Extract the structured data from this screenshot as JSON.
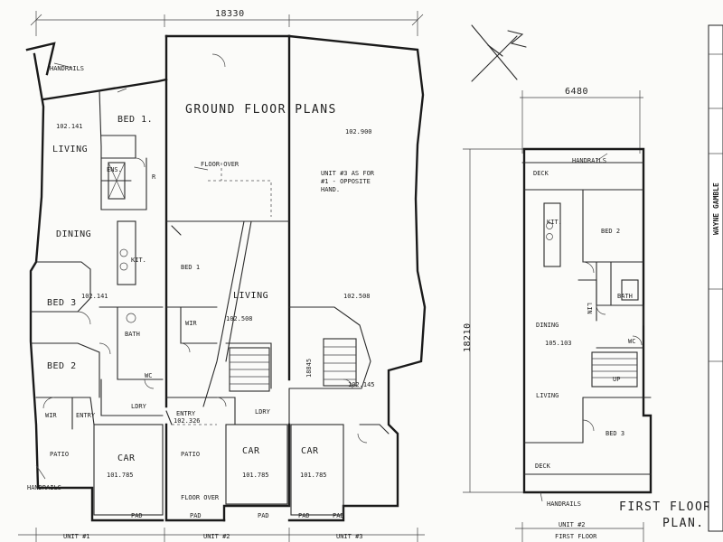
{
  "ground": {
    "title": "GROUND FLOOR PLANS",
    "overall_width": "18330",
    "rooms": {
      "bed1_u1": "BED 1.",
      "living_u1": "LIVING",
      "dining_u1": "DINING",
      "kit_u1": "KIT.",
      "ens_u1": "ENS.",
      "bed3_u1": "BED 3",
      "bed2_u1": "BED 2",
      "bath_u1": "BATH",
      "wir_u1": "WIR",
      "wc_u1": "WC",
      "lndry_u1": "LDRY",
      "entry_u1": "ENTRY",
      "patio_u1": "PATIO",
      "car_u1": "CAR",
      "bed1_u2": "BED 1",
      "living_u2": "LIVING",
      "wir_u2": "WIR",
      "entry_u2": "ENTRY",
      "lndry_u2": "LDRY",
      "patio_u2": "PATIO",
      "car_u2": "CAR",
      "car_u3": "CAR"
    },
    "levels": {
      "l1": "102.141",
      "l2": "102.141",
      "l3": "102.508",
      "l4": "102.900",
      "l5": "102.508",
      "l6": "102.145",
      "l7": "101.785",
      "l8": "101.785",
      "l9": "101.785",
      "l10": "102.326"
    },
    "notes": {
      "unit3": "UNIT #3 AS FOR #1 - OPPOSITE HAND.",
      "floor_over": "FLOOR OVER",
      "handrails_top": "HANDRAILS",
      "handrails_bottom": "HANDRAILS",
      "floor_over_bottom": "FLOOR OVER",
      "dim_18845": "18845",
      "r": "R",
      "pad1": "PAD",
      "pad2": "PAD",
      "pad3": "PAD",
      "pad4": "PAD",
      "pad5": "PAD"
    },
    "units": [
      "UNIT #1",
      "UNIT #2",
      "UNIT #3"
    ]
  },
  "first": {
    "title_line1": "FIRST FLOOR",
    "title_line2": "PLAN.",
    "width": "6480",
    "length": "18210",
    "rooms": {
      "deck_top": "DECK",
      "kit": "KIT.",
      "bed2": "BED 2",
      "dining": "DINING",
      "bath": "BATH",
      "living": "LIVING",
      "bed3": "BED 3",
      "deck_bottom": "DECK",
      "lin": "LIN",
      "wc": "WC",
      "up": "UP"
    },
    "levels": {
      "l1": "105.103"
    },
    "notes": {
      "handrails_top": "HANDRAILS",
      "handrails_bottom": "HANDRAILS"
    },
    "unit_label_1": "UNIT #2",
    "unit_label_2": "FIRST FLOOR"
  },
  "title_block": {
    "author": "WAYNE GAMBLE"
  }
}
